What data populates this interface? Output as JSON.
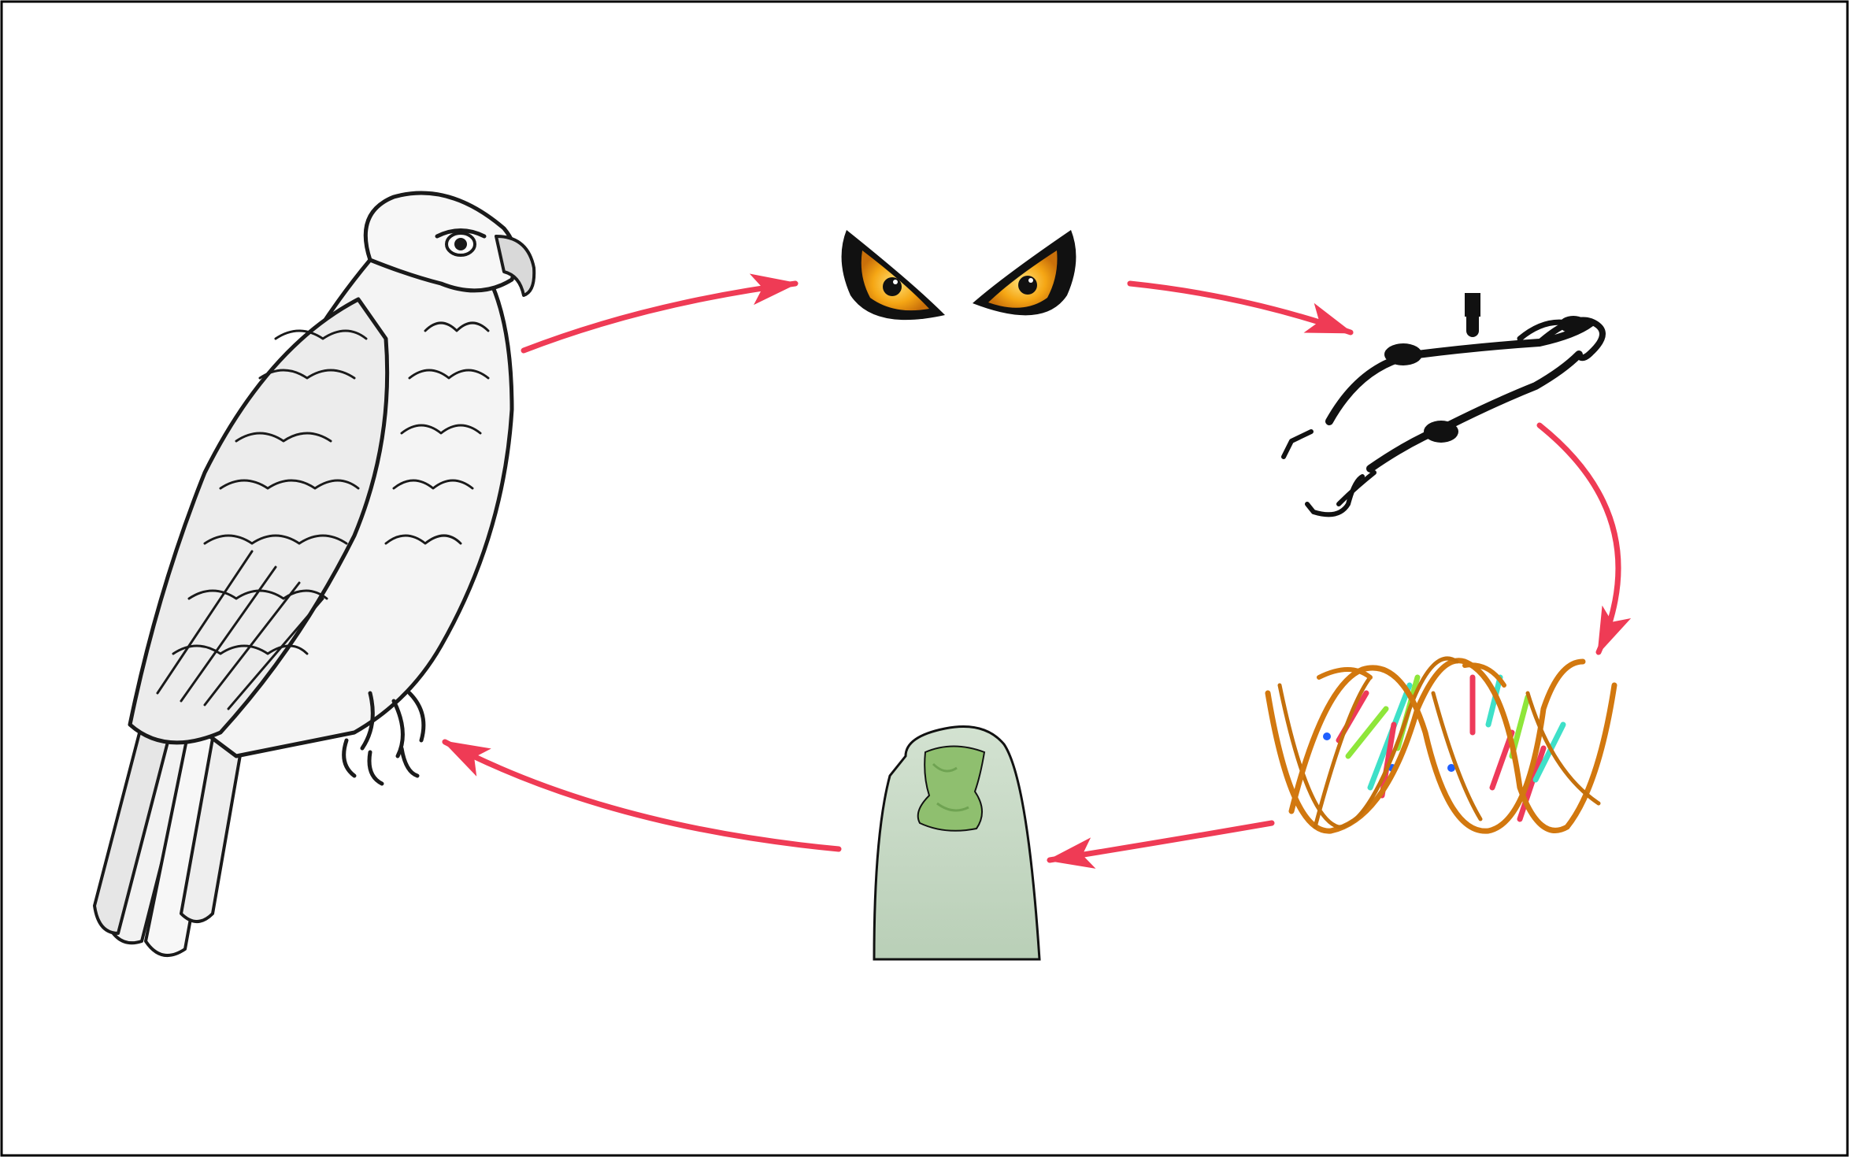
{
  "diagram": {
    "kind": "cycle",
    "border_color": "#000000",
    "arrow_color": "#ef3b55",
    "stages": [
      {
        "id": "hawk",
        "icon": "hawk-icon"
      },
      {
        "id": "eyes",
        "icon": "eyes-icon",
        "iris_color": "#f5a614"
      },
      {
        "id": "protein",
        "icon": "protein-structure-icon"
      },
      {
        "id": "dna",
        "icon": "dna-helix-icon",
        "strand_color": "#d2780f",
        "base_colors": [
          "#ee3a5a",
          "#8ee63a",
          "#3ee0c8",
          "#1f5fff"
        ]
      },
      {
        "id": "retina-tissue",
        "icon": "retina-tissue-icon",
        "fill_color": "#c5d8c3",
        "patch_color": "#8fbf6f"
      }
    ],
    "arrows": [
      {
        "from": "hawk",
        "to": "eyes"
      },
      {
        "from": "eyes",
        "to": "protein"
      },
      {
        "from": "protein",
        "to": "dna"
      },
      {
        "from": "dna",
        "to": "retina-tissue"
      },
      {
        "from": "retina-tissue",
        "to": "hawk"
      }
    ]
  }
}
